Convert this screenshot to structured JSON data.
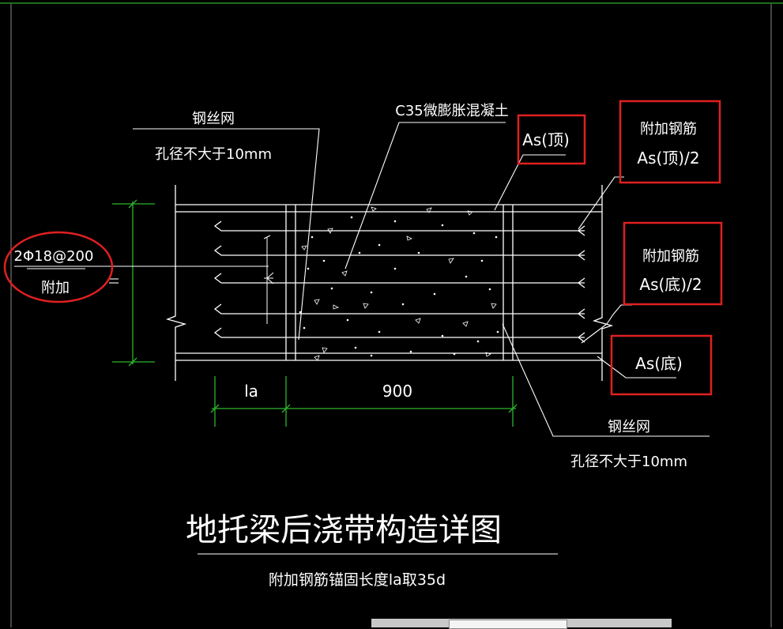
{
  "drawing": {
    "title": "地托梁后浇带构造详图",
    "subtitle": "附加钢筋锚固长度la取35d",
    "labels": {
      "wire_mesh_left": "钢丝网",
      "hole_left": "孔径不大于10mm",
      "concrete": "C35微膨胀混凝土",
      "as_top": "As(顶)",
      "extra_top_l1": "附加钢筋",
      "extra_top_l2": "As(顶)/2",
      "extra_bot_l1": "附加钢筋",
      "extra_bot_l2": "As(底)/2",
      "as_bottom": "As(底)",
      "rebar_spec": "2Φ18@200",
      "extra": "附加",
      "dim_la": "la",
      "dim_900": "900",
      "wire_mesh_right": "钢丝网",
      "hole_right": "孔径不大于10mm"
    }
  },
  "colors": {
    "background": "#000000",
    "lines": "#ffffff",
    "dimensions": "#2db52d",
    "highlight": "#e02020",
    "frame": "#1e6e1e"
  },
  "status_bar": {
    "visible": true
  }
}
